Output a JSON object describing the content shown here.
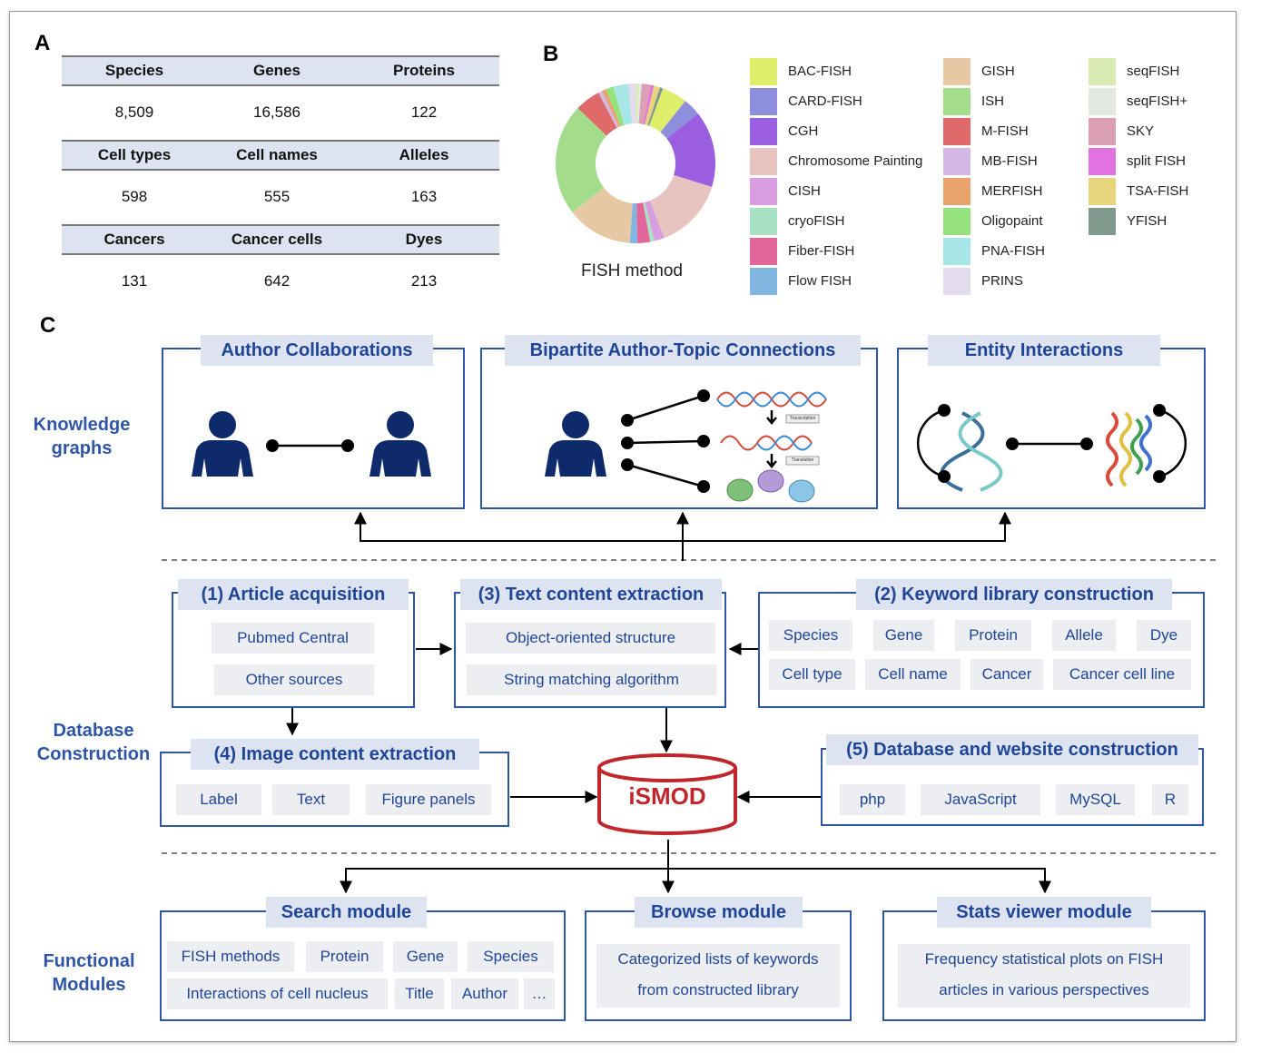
{
  "panel_labels": {
    "a": "A",
    "b": "B",
    "c": "C"
  },
  "table": {
    "groups": [
      {
        "headers": [
          "Species",
          "Genes",
          "Proteins"
        ],
        "values": [
          "8,509",
          "16,586",
          "122"
        ]
      },
      {
        "headers": [
          "Cell types",
          "Cell names",
          "Alleles"
        ],
        "values": [
          "598",
          "555",
          "163"
        ]
      },
      {
        "headers": [
          "Cancers",
          "Cancer cells",
          "Dyes"
        ],
        "values": [
          "131",
          "642",
          "213"
        ]
      }
    ]
  },
  "chart_data": {
    "type": "pie",
    "title": "FISH method",
    "donut": true,
    "slices": [
      {
        "label": "BAC-FISH",
        "value": 5,
        "color": "#dfee6a"
      },
      {
        "label": "CARD-FISH",
        "value": 3.5,
        "color": "#8d8fdc"
      },
      {
        "label": "CGH",
        "value": 15,
        "color": "#9b5ee0"
      },
      {
        "label": "Chromosome Painting",
        "value": 14,
        "color": "#e8c4c0"
      },
      {
        "label": "CISH",
        "value": 2,
        "color": "#d89ee0"
      },
      {
        "label": "cryoFISH",
        "value": 0.8,
        "color": "#a9e1c4"
      },
      {
        "label": "Fiber-FISH",
        "value": 2.5,
        "color": "#e26699"
      },
      {
        "label": "Flow FISH",
        "value": 1.5,
        "color": "#80b6e0"
      },
      {
        "label": "GISH",
        "value": 13,
        "color": "#e6c9a4"
      },
      {
        "label": "ISH",
        "value": 22,
        "color": "#a3dd8c"
      },
      {
        "label": "M-FISH",
        "value": 5,
        "color": "#e06a6a"
      },
      {
        "label": "MB-FISH",
        "value": 0.8,
        "color": "#d3b8e6"
      },
      {
        "label": "MERFISH",
        "value": 0.8,
        "color": "#eba36e"
      },
      {
        "label": "Oligopaint",
        "value": 1.5,
        "color": "#96e27c"
      },
      {
        "label": "PNA-FISH",
        "value": 3,
        "color": "#a6e6e6"
      },
      {
        "label": "PRINS",
        "value": 1.5,
        "color": "#e2dcec"
      },
      {
        "label": "seqFISH",
        "value": 0.6,
        "color": "#d9ebb2"
      },
      {
        "label": "seqFISH+",
        "value": 0.5,
        "color": "#e3e8e1"
      },
      {
        "label": "SKY",
        "value": 1.8,
        "color": "#dba0b4"
      },
      {
        "label": "split FISH",
        "value": 0.6,
        "color": "#e271e2"
      },
      {
        "label": "TSA-FISH",
        "value": 1.2,
        "color": "#e8d47c"
      },
      {
        "label": "YFISH",
        "value": 0.6,
        "color": "#7f9a8c"
      }
    ]
  },
  "knowledge": {
    "side_label_1": "Knowledge",
    "side_label_2": "graphs",
    "author_collab": "Author Collaborations",
    "bipartite": "Bipartite Author-Topic Connections",
    "entity": "Entity Interactions",
    "transcription": "Transcription",
    "translation": "Translation"
  },
  "database": {
    "side_label_1": "Database",
    "side_label_2": "Construction",
    "article": {
      "title": "(1) Article acquisition",
      "items": [
        "Pubmed Central",
        "Other sources"
      ]
    },
    "text": {
      "title": "(3) Text content extraction",
      "items": [
        "Object-oriented structure",
        "String matching algorithm"
      ]
    },
    "keyword": {
      "title": "(2) Keyword library construction",
      "items": [
        "Species",
        "Gene",
        "Protein",
        "Allele",
        "Dye",
        "Cell type",
        "Cell name",
        "Cancer",
        "Cancer cell line"
      ]
    },
    "image": {
      "title": "(4) Image content extraction",
      "items": [
        "Label",
        "Text",
        "Figure panels"
      ]
    },
    "website": {
      "title": "(5) Database and website construction",
      "items": [
        "php",
        "JavaScript",
        "MySQL",
        "R"
      ]
    },
    "db_name": "iSMOD"
  },
  "functional": {
    "side_label_1": "Functional",
    "side_label_2": "Modules",
    "search": {
      "title": "Search module",
      "items": [
        "FISH methods",
        "Protein",
        "Gene",
        "Species",
        "Interactions of cell nucleus",
        "Title",
        "Author",
        "…"
      ]
    },
    "browse": {
      "title": "Browse module",
      "line1": "Categorized lists of keywords",
      "line2": "from constructed library"
    },
    "stats": {
      "title": "Stats viewer module",
      "line1": "Frequency statistical plots on FISH",
      "line2": "articles in various perspectives"
    }
  },
  "colors": {
    "accent": "#2f55a8",
    "title_bg": "#dde3f1",
    "chip_bg": "#eceef2",
    "db_red": "#c0272d",
    "person": "#0e2a6b"
  }
}
